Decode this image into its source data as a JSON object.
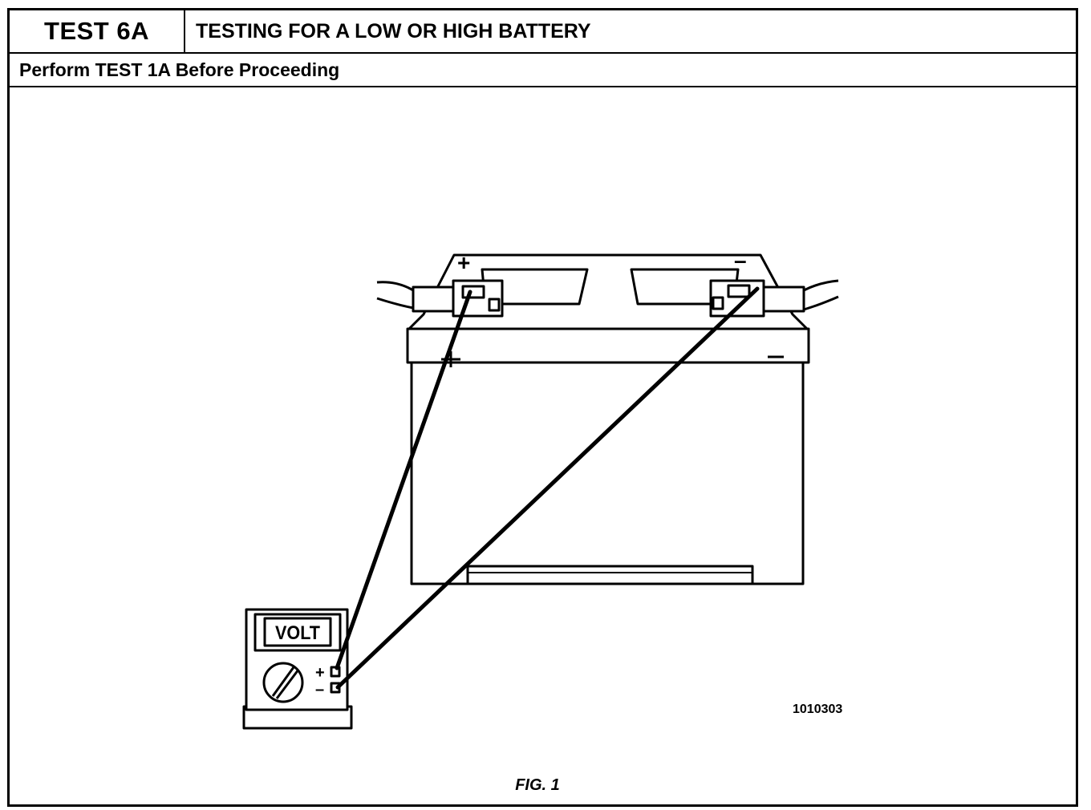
{
  "header": {
    "test_id": "TEST 6A",
    "title": "TESTING FOR A LOW OR HIGH BATTERY",
    "prerequisite": "Perform TEST 1A Before Proceeding"
  },
  "figure": {
    "meter_label": "VOLT",
    "plus_sign": "+",
    "minus_sign": "–",
    "battery_plus_sign": "+",
    "battery_minus_sign": "–",
    "part_number": "1010303",
    "caption": "FIG. 1"
  }
}
